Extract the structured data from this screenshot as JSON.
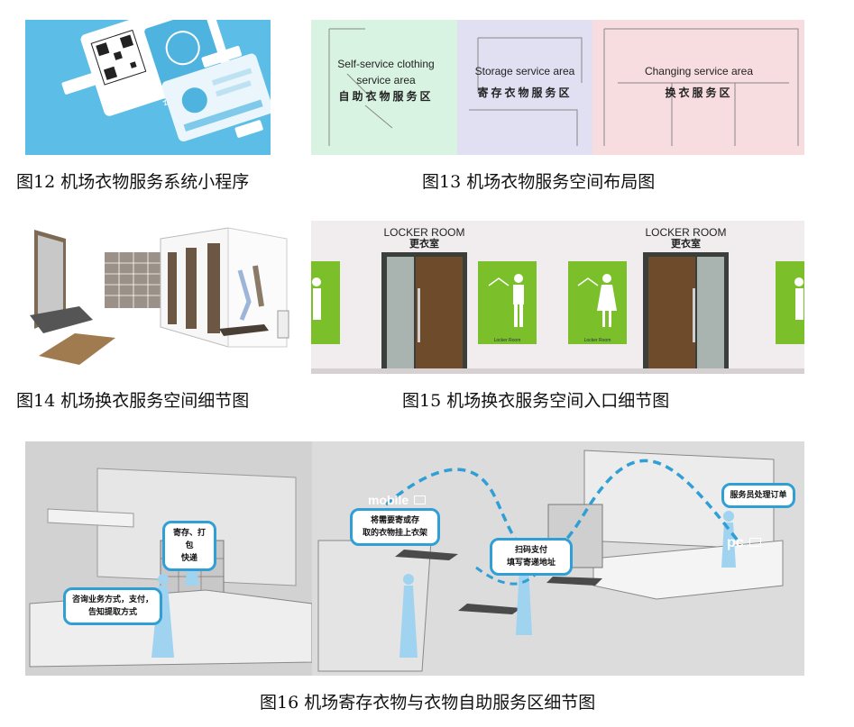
{
  "figures": {
    "fig12": {
      "caption": "图12 机场衣物服务系统小程序",
      "app_logo": "衣瞬"
    },
    "fig13": {
      "caption": "图13 机场衣物服务空间布局图",
      "zones": [
        {
          "en": "Self-service clothing service area",
          "zh": "自助衣物服务区",
          "color": "#d8f3e2"
        },
        {
          "en": "Storage service area",
          "zh": "寄存衣物服务区",
          "color": "#e1dff2"
        },
        {
          "en": "Changing service area",
          "zh": "换衣服务区",
          "color": "#f8dde0"
        }
      ]
    },
    "fig14": {
      "caption": "图14 机场换衣服务空间细节图"
    },
    "fig15": {
      "caption": "图15 机场换衣服务空间入口细节图",
      "sign_en": "LOCKER ROOM",
      "sign_zh": "更衣室",
      "poster_label": "Locker Room",
      "accent": "#7bbf2a"
    },
    "fig16": {
      "caption": "图16 机场寄存衣物与衣物自助服务区细节图",
      "bubbles": {
        "store": "寄存、打包\n快递",
        "inquire": "咨询业务方式，支付，\n告知提取方式",
        "hang": "将需要寄或存\n取的衣物挂上衣架",
        "pay": "扫码支付\n填写寄递地址",
        "staff": "服务员处理订单"
      },
      "tag_mobile": "mobile",
      "tag_pc": "pc",
      "accent": "#2f9fd6"
    }
  }
}
